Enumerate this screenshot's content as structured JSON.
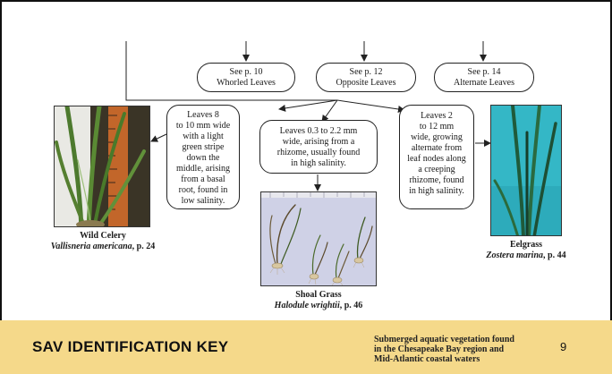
{
  "nav": [
    {
      "line1": "See p. 10",
      "line2": "Whorled Leaves"
    },
    {
      "line1": "See p. 12",
      "line2": "Opposite Leaves"
    },
    {
      "line1": "See p. 14",
      "line2": "Alternate Leaves"
    }
  ],
  "descriptions": {
    "wide": [
      "Leaves 8",
      "to 10 mm wide",
      "with a light",
      "green stripe",
      "down the",
      "middle, arising",
      "from a basal",
      "root, found in",
      "low salinity."
    ],
    "narrow": [
      "Leaves 0.3 to 2.2 mm",
      "wide, arising from a",
      "rhizome, usually found",
      "in high salinity."
    ],
    "alternate": [
      "Leaves 2",
      "to 12 mm",
      "wide, growing",
      "alternate from",
      "leaf nodes along",
      "a creeping",
      "rhizome, found",
      "in high salinity."
    ]
  },
  "species": [
    {
      "common": "Wild Celery",
      "scientific": "Vallisneria americana",
      "page": ", p. 24"
    },
    {
      "common": "Shoal Grass",
      "scientific": "Halodule wrightii",
      "page": ", p. 46"
    },
    {
      "common": "Eelgrass",
      "scientific": "Zostera marina",
      "page": ", p. 44"
    }
  ],
  "footer": {
    "title": "SAV IDENTIFICATION KEY",
    "description": [
      "Submerged aquatic vegetation found",
      "in the Chesapeake Bay region and",
      "Mid-Atlantic coastal waters"
    ],
    "page_number": "9"
  }
}
